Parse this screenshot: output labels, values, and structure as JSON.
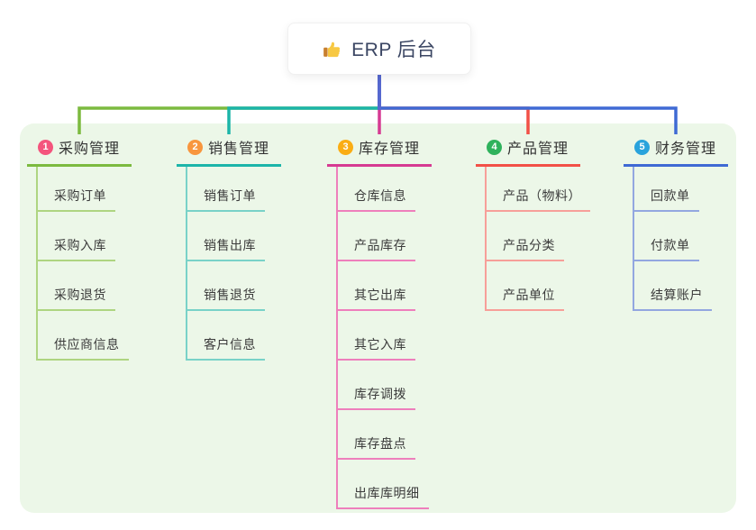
{
  "root": {
    "label": "ERP 后台",
    "icon": "thumbs-up-icon"
  },
  "branches": [
    {
      "badge": "1",
      "label": "采购管理",
      "badge_color": "#f4547d",
      "line_color": "#7cba3f",
      "child_line_color": "#aed581",
      "children": [
        "采购订单",
        "采购入库",
        "采购退货",
        "供应商信息"
      ]
    },
    {
      "badge": "2",
      "label": "销售管理",
      "badge_color": "#f8963e",
      "line_color": "#1cb5a9",
      "child_line_color": "#79d2c8",
      "children": [
        "销售订单",
        "销售出库",
        "销售退货",
        "客户信息"
      ]
    },
    {
      "badge": "3",
      "label": "库存管理",
      "badge_color": "#faad14",
      "line_color": "#d63a92",
      "child_line_color": "#ee7fbc",
      "children": [
        "仓库信息",
        "产品库存",
        "其它出库",
        "其它入库",
        "库存调拨",
        "库存盘点",
        "出库库明细"
      ]
    },
    {
      "badge": "4",
      "label": "产品管理",
      "badge_color": "#2fb25c",
      "line_color": "#f25047",
      "child_line_color": "#f79f99",
      "children": [
        "产品（物料）",
        "产品分类",
        "产品单位"
      ]
    },
    {
      "badge": "5",
      "label": "财务管理",
      "badge_color": "#29a3dc",
      "line_color": "#3f6ad4",
      "child_line_color": "#93a7e0",
      "children": [
        "回款单",
        "付款单",
        "结算账户"
      ]
    }
  ],
  "connector": {
    "root_line_color": "#5568cf"
  },
  "colors": {
    "panel_bg": "#ecf7e8",
    "text": "#3b3b3b",
    "header_text": "#333333",
    "root_text": "#3b4663"
  }
}
